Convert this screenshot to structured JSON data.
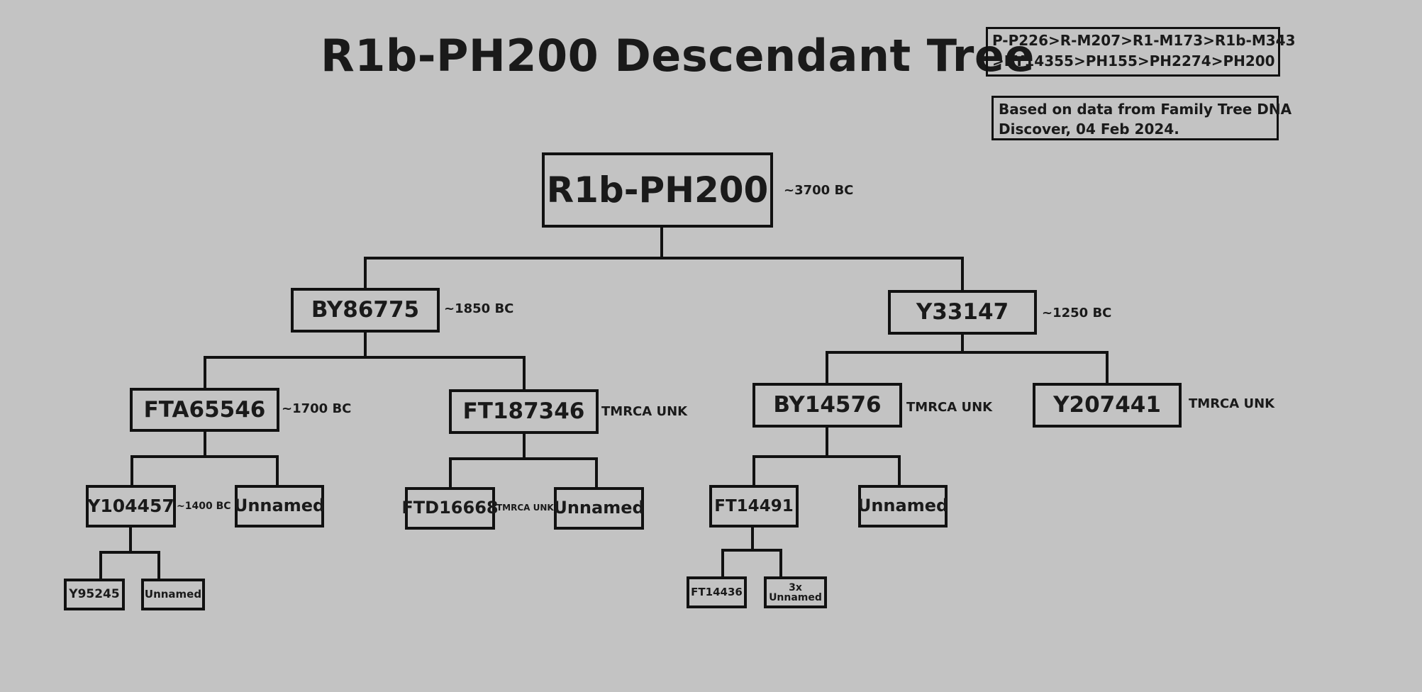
{
  "title": "R1b-PH200 Descendant Tree",
  "lineage": {
    "line1": "P-P226>R-M207>R1-M173>R1b-M343",
    "line2": ">BY14355>PH155>PH2274>PH200"
  },
  "source": {
    "line1": "Based on data from Family Tree DNA",
    "line2": "Discover, 04 Feb 2024."
  },
  "nodes": {
    "root": {
      "label": "R1b-PH200",
      "age": "~3700 BC"
    },
    "by86775": {
      "label": "BY86775",
      "age": "~1850 BC"
    },
    "y33147": {
      "label": "Y33147",
      "age": "~1250 BC"
    },
    "fta65546": {
      "label": "FTA65546",
      "age": "~1700 BC"
    },
    "ft187346": {
      "label": "FT187346",
      "age": "TMRCA UNK"
    },
    "by14576": {
      "label": "BY14576",
      "age": "TMRCA UNK"
    },
    "y207441": {
      "label": "Y207441",
      "age": "TMRCA UNK"
    },
    "y104457": {
      "label": "Y104457",
      "age": "~1400 BC"
    },
    "unnamed_a": {
      "label": "Unnamed"
    },
    "ftd16668": {
      "label": "FTD16668",
      "age": "TMRCA UNK"
    },
    "unnamed_b": {
      "label": "Unnamed"
    },
    "ft14491": {
      "label": "FT14491"
    },
    "unnamed_c": {
      "label": "Unnamed"
    },
    "y95245": {
      "label": "Y95245"
    },
    "unnamed_d": {
      "label": "Unnamed"
    },
    "ft14436": {
      "label": "FT14436"
    },
    "unnamed_multi": {
      "line1": "3x",
      "line2": "Unnamed"
    }
  }
}
